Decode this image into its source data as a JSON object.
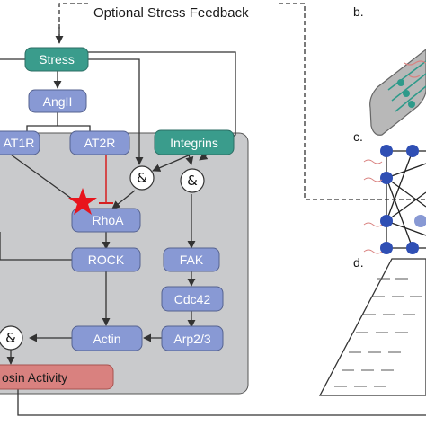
{
  "diagram": {
    "feedback_label": "Optional Stress Feedback",
    "nodes": {
      "stress": "Stress",
      "angii": "AngII",
      "at1r": "AT1R",
      "at2r": "AT2R",
      "integrins": "Integrins",
      "rhoa": "RhoA",
      "rock": "ROCK",
      "fak": "FAK",
      "cdc42": "Cdc42",
      "arp23": "Arp2/3",
      "actin": "Actin",
      "myosin": "osin Activity"
    },
    "and_gate": "&",
    "panel_labels": {
      "b": "b.",
      "c": "c.",
      "d": "d."
    }
  },
  "colors": {
    "stress_node": "#3a9c8c",
    "protein_node": "#8899d4",
    "myosin_node": "#d9817f",
    "region_bg": "#c9cacc",
    "inhibition": "#d62020",
    "star": "#e8141c"
  }
}
